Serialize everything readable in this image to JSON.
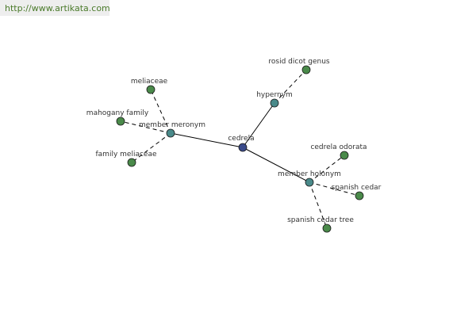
{
  "url_text": "http://www.artikata.com",
  "colors": {
    "center": "#3a4a8a",
    "relation": "#4a8a8a",
    "leaf": "#4a8a4a",
    "edge": "#000000"
  },
  "nodes": [
    {
      "id": "cedrela",
      "label": "cedrela",
      "kind": "center"
    },
    {
      "id": "member-meronym",
      "label": "member meronym",
      "kind": "relation"
    },
    {
      "id": "hypernym",
      "label": "hypernym",
      "kind": "relation"
    },
    {
      "id": "member-holonym",
      "label": "member holonym",
      "kind": "relation"
    },
    {
      "id": "meliaceae",
      "label": "meliaceae",
      "kind": "leaf"
    },
    {
      "id": "mahogany-family",
      "label": "mahogany family",
      "kind": "leaf"
    },
    {
      "id": "family-meliaceae",
      "label": "family meliaceae",
      "kind": "leaf"
    },
    {
      "id": "rosid-dicot-genus",
      "label": "rosid dicot genus",
      "kind": "leaf"
    },
    {
      "id": "cedrela-odorata",
      "label": "cedrela odorata",
      "kind": "leaf"
    },
    {
      "id": "spanish-cedar",
      "label": "spanish cedar",
      "kind": "leaf"
    },
    {
      "id": "spanish-cedar-tree",
      "label": "spanish cedar tree",
      "kind": "leaf"
    }
  ],
  "edges": [
    {
      "from": "cedrela",
      "to": "member-meronym",
      "style": "solid"
    },
    {
      "from": "cedrela",
      "to": "hypernym",
      "style": "solid"
    },
    {
      "from": "cedrela",
      "to": "member-holonym",
      "style": "solid"
    },
    {
      "from": "member-meronym",
      "to": "meliaceae",
      "style": "dashed"
    },
    {
      "from": "member-meronym",
      "to": "mahogany-family",
      "style": "dashed"
    },
    {
      "from": "member-meronym",
      "to": "family-meliaceae",
      "style": "dashed"
    },
    {
      "from": "hypernym",
      "to": "rosid-dicot-genus",
      "style": "dashed"
    },
    {
      "from": "member-holonym",
      "to": "cedrela-odorata",
      "style": "dashed"
    },
    {
      "from": "member-holonym",
      "to": "spanish-cedar",
      "style": "dashed"
    },
    {
      "from": "member-holonym",
      "to": "spanish-cedar-tree",
      "style": "dashed"
    }
  ]
}
